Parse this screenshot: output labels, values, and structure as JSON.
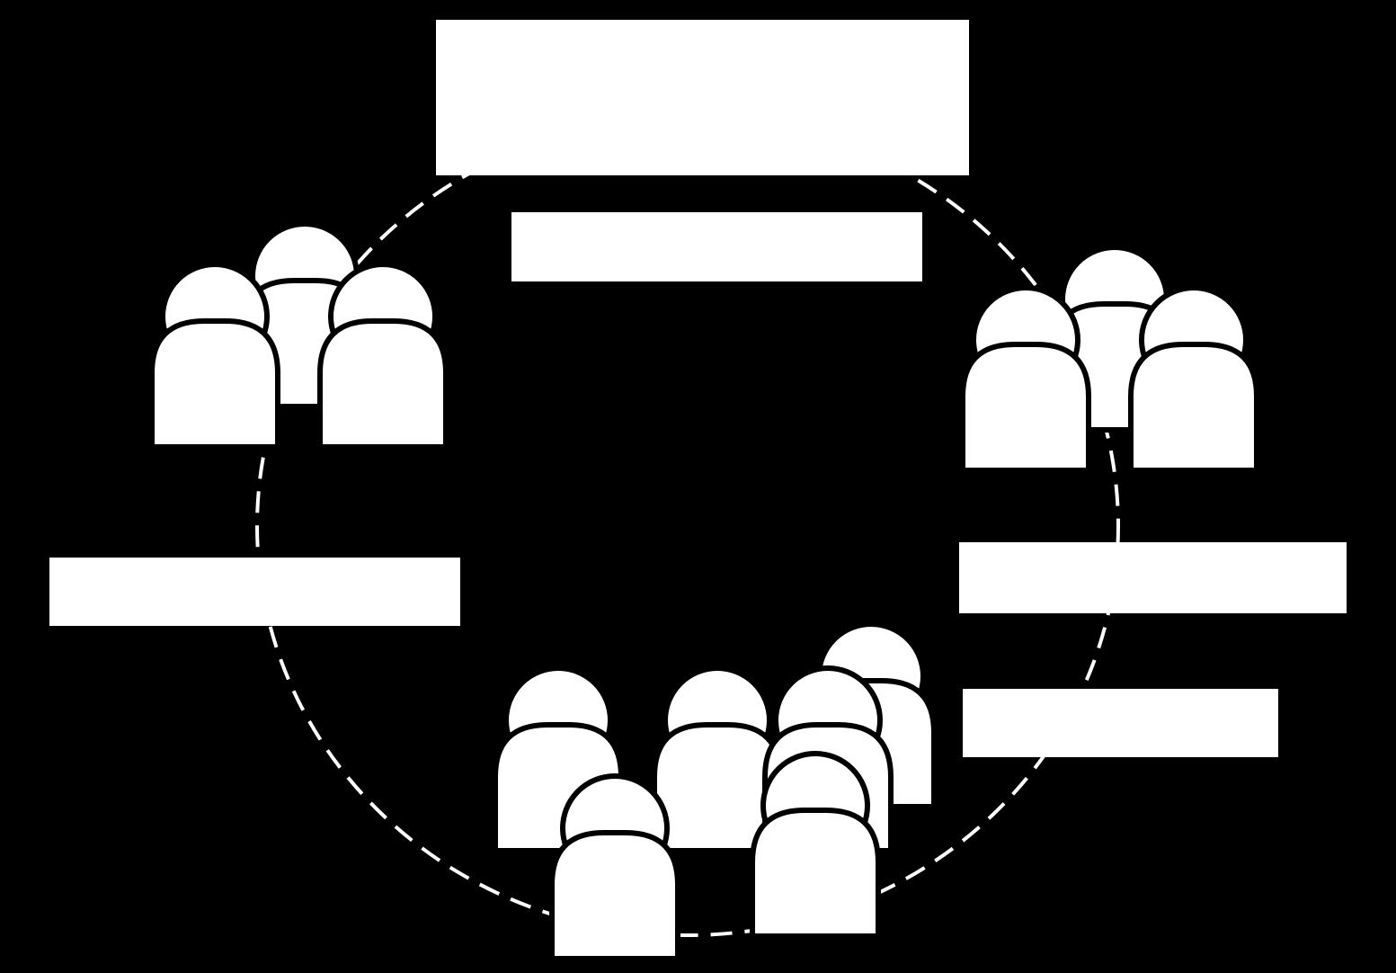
{
  "diagram": {
    "colors": {
      "background": "#000000",
      "foreground": "#ffffff"
    },
    "connector": {
      "style": "dashed",
      "shape": "circle"
    },
    "groups": [
      {
        "id": "group-left",
        "icon": "people-group-icon",
        "count": 3
      },
      {
        "id": "group-right",
        "icon": "people-group-icon",
        "count": 3
      },
      {
        "id": "group-bottom",
        "icon": "people-group-icon",
        "count": 6
      }
    ],
    "labels": {
      "top_title": "",
      "top_sub": "",
      "left": "",
      "right_upper": "",
      "right_lower": ""
    }
  }
}
